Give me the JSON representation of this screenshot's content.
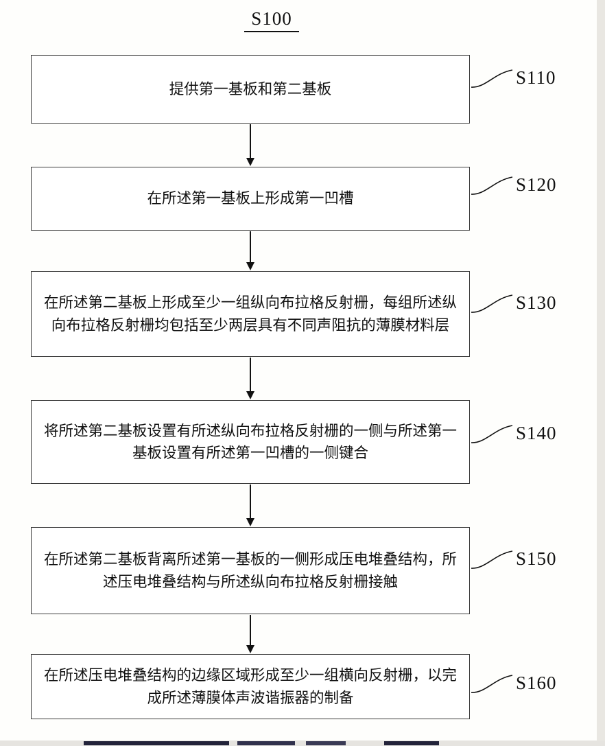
{
  "diagram": {
    "title": "S100",
    "steps": [
      {
        "label": "S110",
        "text": "提供第一基板和第二基板"
      },
      {
        "label": "S120",
        "text": "在所述第一基板上形成第一凹槽"
      },
      {
        "label": "S130",
        "text": "在所述第二基板上形成至少一组纵向布拉格反射栅，每组所述纵向布拉格反射栅均包括至少两层具有不同声阻抗的薄膜材料层"
      },
      {
        "label": "S140",
        "text": "将所述第二基板设置有所述纵向布拉格反射栅的一侧与所述第一基板设置有所述第一凹槽的一侧键合"
      },
      {
        "label": "S150",
        "text": "在所述第二基板背离所述第一基板的一侧形成压电堆叠结构，所述压电堆叠结构与所述纵向布拉格反射栅接触"
      },
      {
        "label": "S160",
        "text": "在所述压电堆叠结构的边缘区域形成至少一组横向反射栅，以完成所述薄膜体声波谐振器的制备"
      }
    ]
  }
}
